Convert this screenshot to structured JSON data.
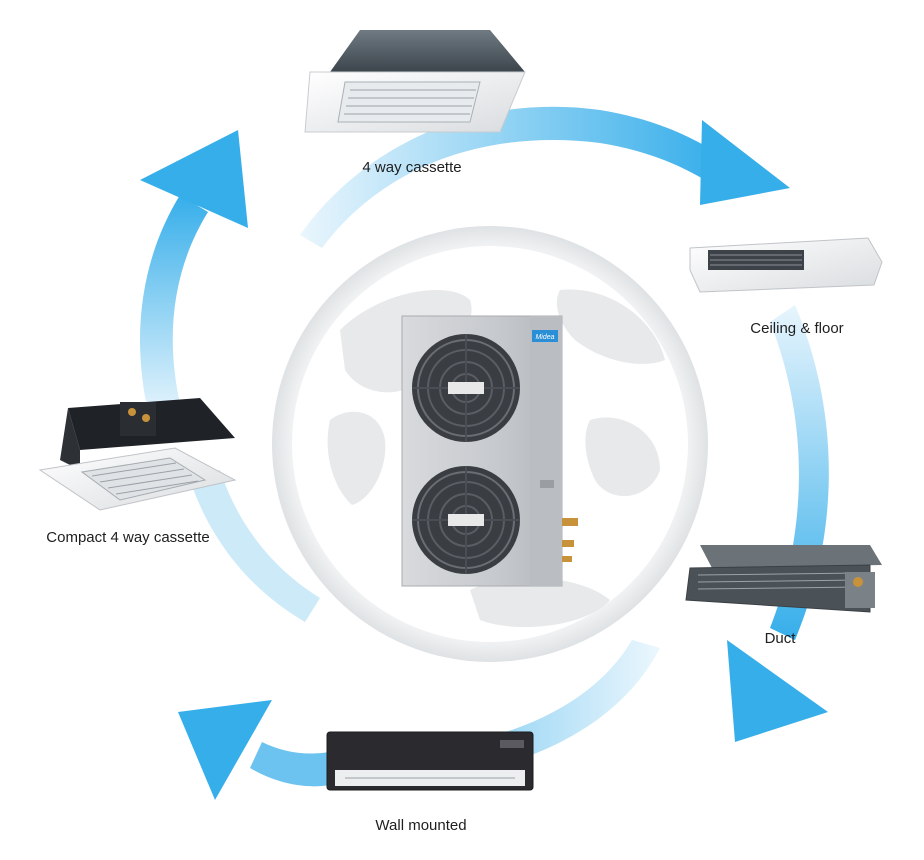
{
  "center_unit": {
    "name": "Outdoor condensing unit",
    "brand": "Midea",
    "colors": {
      "body": "#c9ccd0",
      "grille": "#3a3d42",
      "badge": "#2a8fd6"
    }
  },
  "indoor_units": [
    {
      "id": "four-way-cassette",
      "label": "4 way cassette"
    },
    {
      "id": "ceiling-floor",
      "label": "Ceiling & floor"
    },
    {
      "id": "duct",
      "label": "Duct"
    },
    {
      "id": "wall-mounted",
      "label": "Wall mounted"
    },
    {
      "id": "compact-four-way-cassette",
      "label": "Compact 4 way cassette"
    }
  ],
  "colors": {
    "arrow": "#3bb0ea",
    "arrow_light": "#d8effb",
    "globe": "#e6e8ea",
    "ring": "#f0f1f2"
  }
}
